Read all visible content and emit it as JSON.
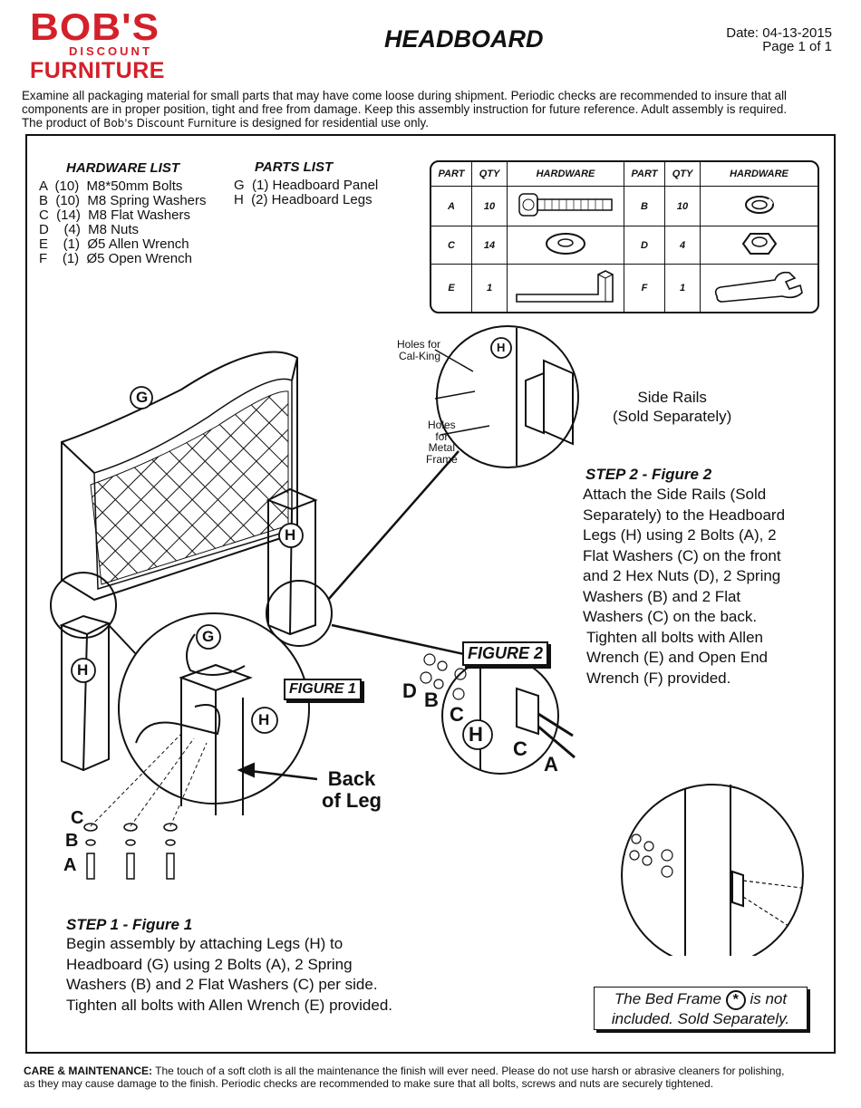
{
  "header": {
    "logo": {
      "line1": "BOB'S",
      "line2": "DISCOUNT",
      "line3": "FURNITURE"
    },
    "title": "HEADBOARD",
    "date": "Date: 04-13-2015",
    "page": "Page 1 of 1"
  },
  "intro": {
    "line1": "Examine all packaging material for small parts that may have come loose during shipment. Periodic checks are recommended to insure that all",
    "line2": "components are in proper position, tight and free from damage. Keep this assembly instruction for future reference. Adult assembly is required.",
    "line3_prefix": "The product of",
    "line3_brand": "Bob's Discount Furniture",
    "line3_suffix": "is designed for residential use only."
  },
  "hardware_list": {
    "title": "HARDWARE LIST",
    "items": [
      "A  (10)  M8*50mm Bolts",
      "B  (10)  M8 Spring Washers",
      "C  (14)  M8 Flat Washers",
      "D    (4)  M8 Nuts",
      "E    (1)  Ø5 Allen Wrench",
      "F    (1)  Ø5 Open Wrench"
    ]
  },
  "parts_list": {
    "title": "PARTS LIST",
    "items": [
      "G  (1) Headboard Panel",
      "H  (2) Headboard Legs"
    ]
  },
  "hardware_table": {
    "headers": [
      "PART",
      "QTY",
      "HARDWARE",
      "PART",
      "QTY",
      "HARDWARE"
    ],
    "rows": [
      {
        "p1": "A",
        "q1": "10",
        "icon1": "bolt-icon",
        "p2": "B",
        "q2": "10",
        "icon2": "spring-washer-icon"
      },
      {
        "p1": "C",
        "q1": "14",
        "icon1": "flat-washer-icon",
        "p2": "D",
        "q2": "4",
        "icon2": "hex-nut-icon"
      },
      {
        "p1": "E",
        "q1": "1",
        "icon1": "allen-wrench-icon",
        "p2": "F",
        "q2": "1",
        "icon2": "open-wrench-icon"
      }
    ]
  },
  "diagram_labels": {
    "holes_cal_king": "Holes for\nCal-King",
    "holes_metal_frame": "Holes\nfor\nMetal\nFrame",
    "side_rails": "Side Rails\n(Sold Separately)",
    "g": "G",
    "h": "H",
    "figure1": "FIGURE 1",
    "figure2": "FIGURE 2",
    "back_of_leg": "Back\nof Leg",
    "a": "A",
    "b": "B",
    "c": "C",
    "d": "D"
  },
  "step1": {
    "title": "STEP 1 - Figure 1",
    "lines": [
      "Begin assembly by attaching Legs (H) to",
      "Headboard (G) using 2 Bolts (A), 2 Spring",
      "Washers (B) and 2 Flat Washers (C) per side.",
      "Tighten all bolts with Allen Wrench (E) provided."
    ]
  },
  "step2": {
    "title": "STEP 2 - Figure 2",
    "lines": [
      "Attach the Side Rails (Sold",
      "Separately) to the Headboard",
      "Legs (H) using 2 Bolts (A), 2",
      "Flat Washers (C) on the front",
      "and 2 Hex Nuts (D), 2 Spring",
      "Washers (B) and 2 Flat",
      "Washers (C) on the back.",
      "Tighten all bolts with Allen",
      "Wrench (E) and Open End",
      "Wrench (F) provided."
    ]
  },
  "bed_frame_note": {
    "line1a": "The Bed Frame",
    "symbol": "*",
    "line1b": "is not",
    "line2": "included. Sold Separately."
  },
  "care": {
    "label": "CARE & MAINTENANCE:",
    "line1": "The touch of a soft cloth is all the maintenance the finish will ever need. Please do not use harsh or abrasive cleaners for polishing,",
    "line2": "as they may cause damage to the finish. Periodic checks are recommended to make sure that all bolts, screws and nuts are securely tightened."
  }
}
